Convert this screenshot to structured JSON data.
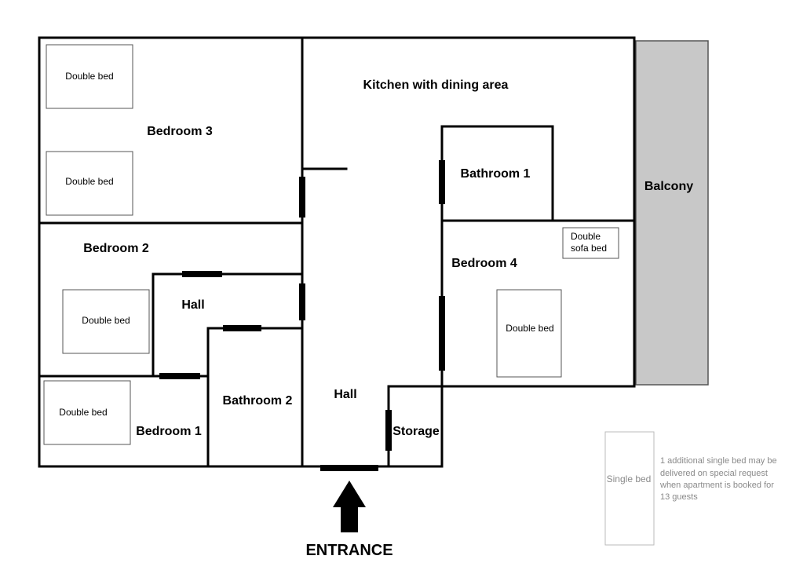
{
  "rooms": {
    "bedroom3": "Bedroom 3",
    "kitchen": "Kitchen with dining area",
    "bathroom1": "Bathroom 1",
    "balcony": "Balcony",
    "bedroom2": "Bedroom 2",
    "bedroom4": "Bedroom 4",
    "hall_upper": "Hall",
    "hall_main": "Hall",
    "bathroom2": "Bathroom 2",
    "bedroom1": "Bedroom 1",
    "storage": "Storage"
  },
  "beds": {
    "bedroom3_bed_a": "Double bed",
    "bedroom3_bed_b": "Double bed",
    "bedroom2_bed": "Double bed",
    "bedroom1_bed": "Double bed",
    "bedroom4_sofa_line1": "Double",
    "bedroom4_sofa_line2": "sofa bed",
    "bedroom4_bed": "Double bed",
    "extra_single_bed": "Single bed"
  },
  "note": {
    "line1": "1 additional single bed may be",
    "line2": "delivered on special request",
    "line3": "when apartment is booked for",
    "line4": "13 guests"
  },
  "entrance": {
    "label": "ENTRANCE"
  },
  "colors": {
    "wall": "#000000",
    "balcony_fill": "#c8c8c8",
    "note_text": "#8a8a8a"
  }
}
